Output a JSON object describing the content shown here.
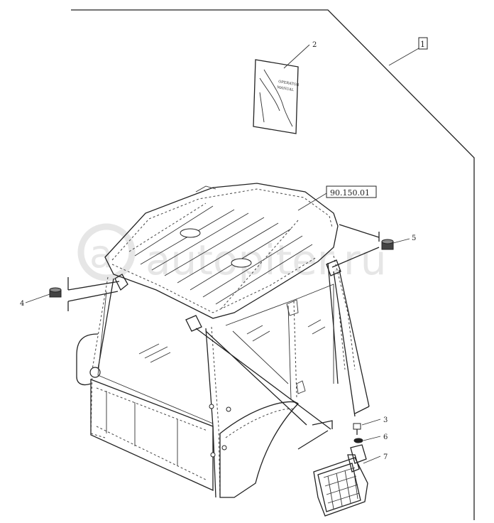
{
  "watermark": "autopiter.ru",
  "references": {
    "assembly": "1",
    "cab_roof": "90.150.01"
  },
  "callouts": {
    "manual": "2",
    "bolt": "3",
    "nut_left": "4",
    "nut_right": "5",
    "washer": "6",
    "work_light": "7"
  },
  "manual_cover_text": [
    "OPERATOR",
    "MANUAL"
  ],
  "colors": {
    "ink": "#222222",
    "paper": "#ffffff",
    "watermark": "#e6e6e6"
  }
}
